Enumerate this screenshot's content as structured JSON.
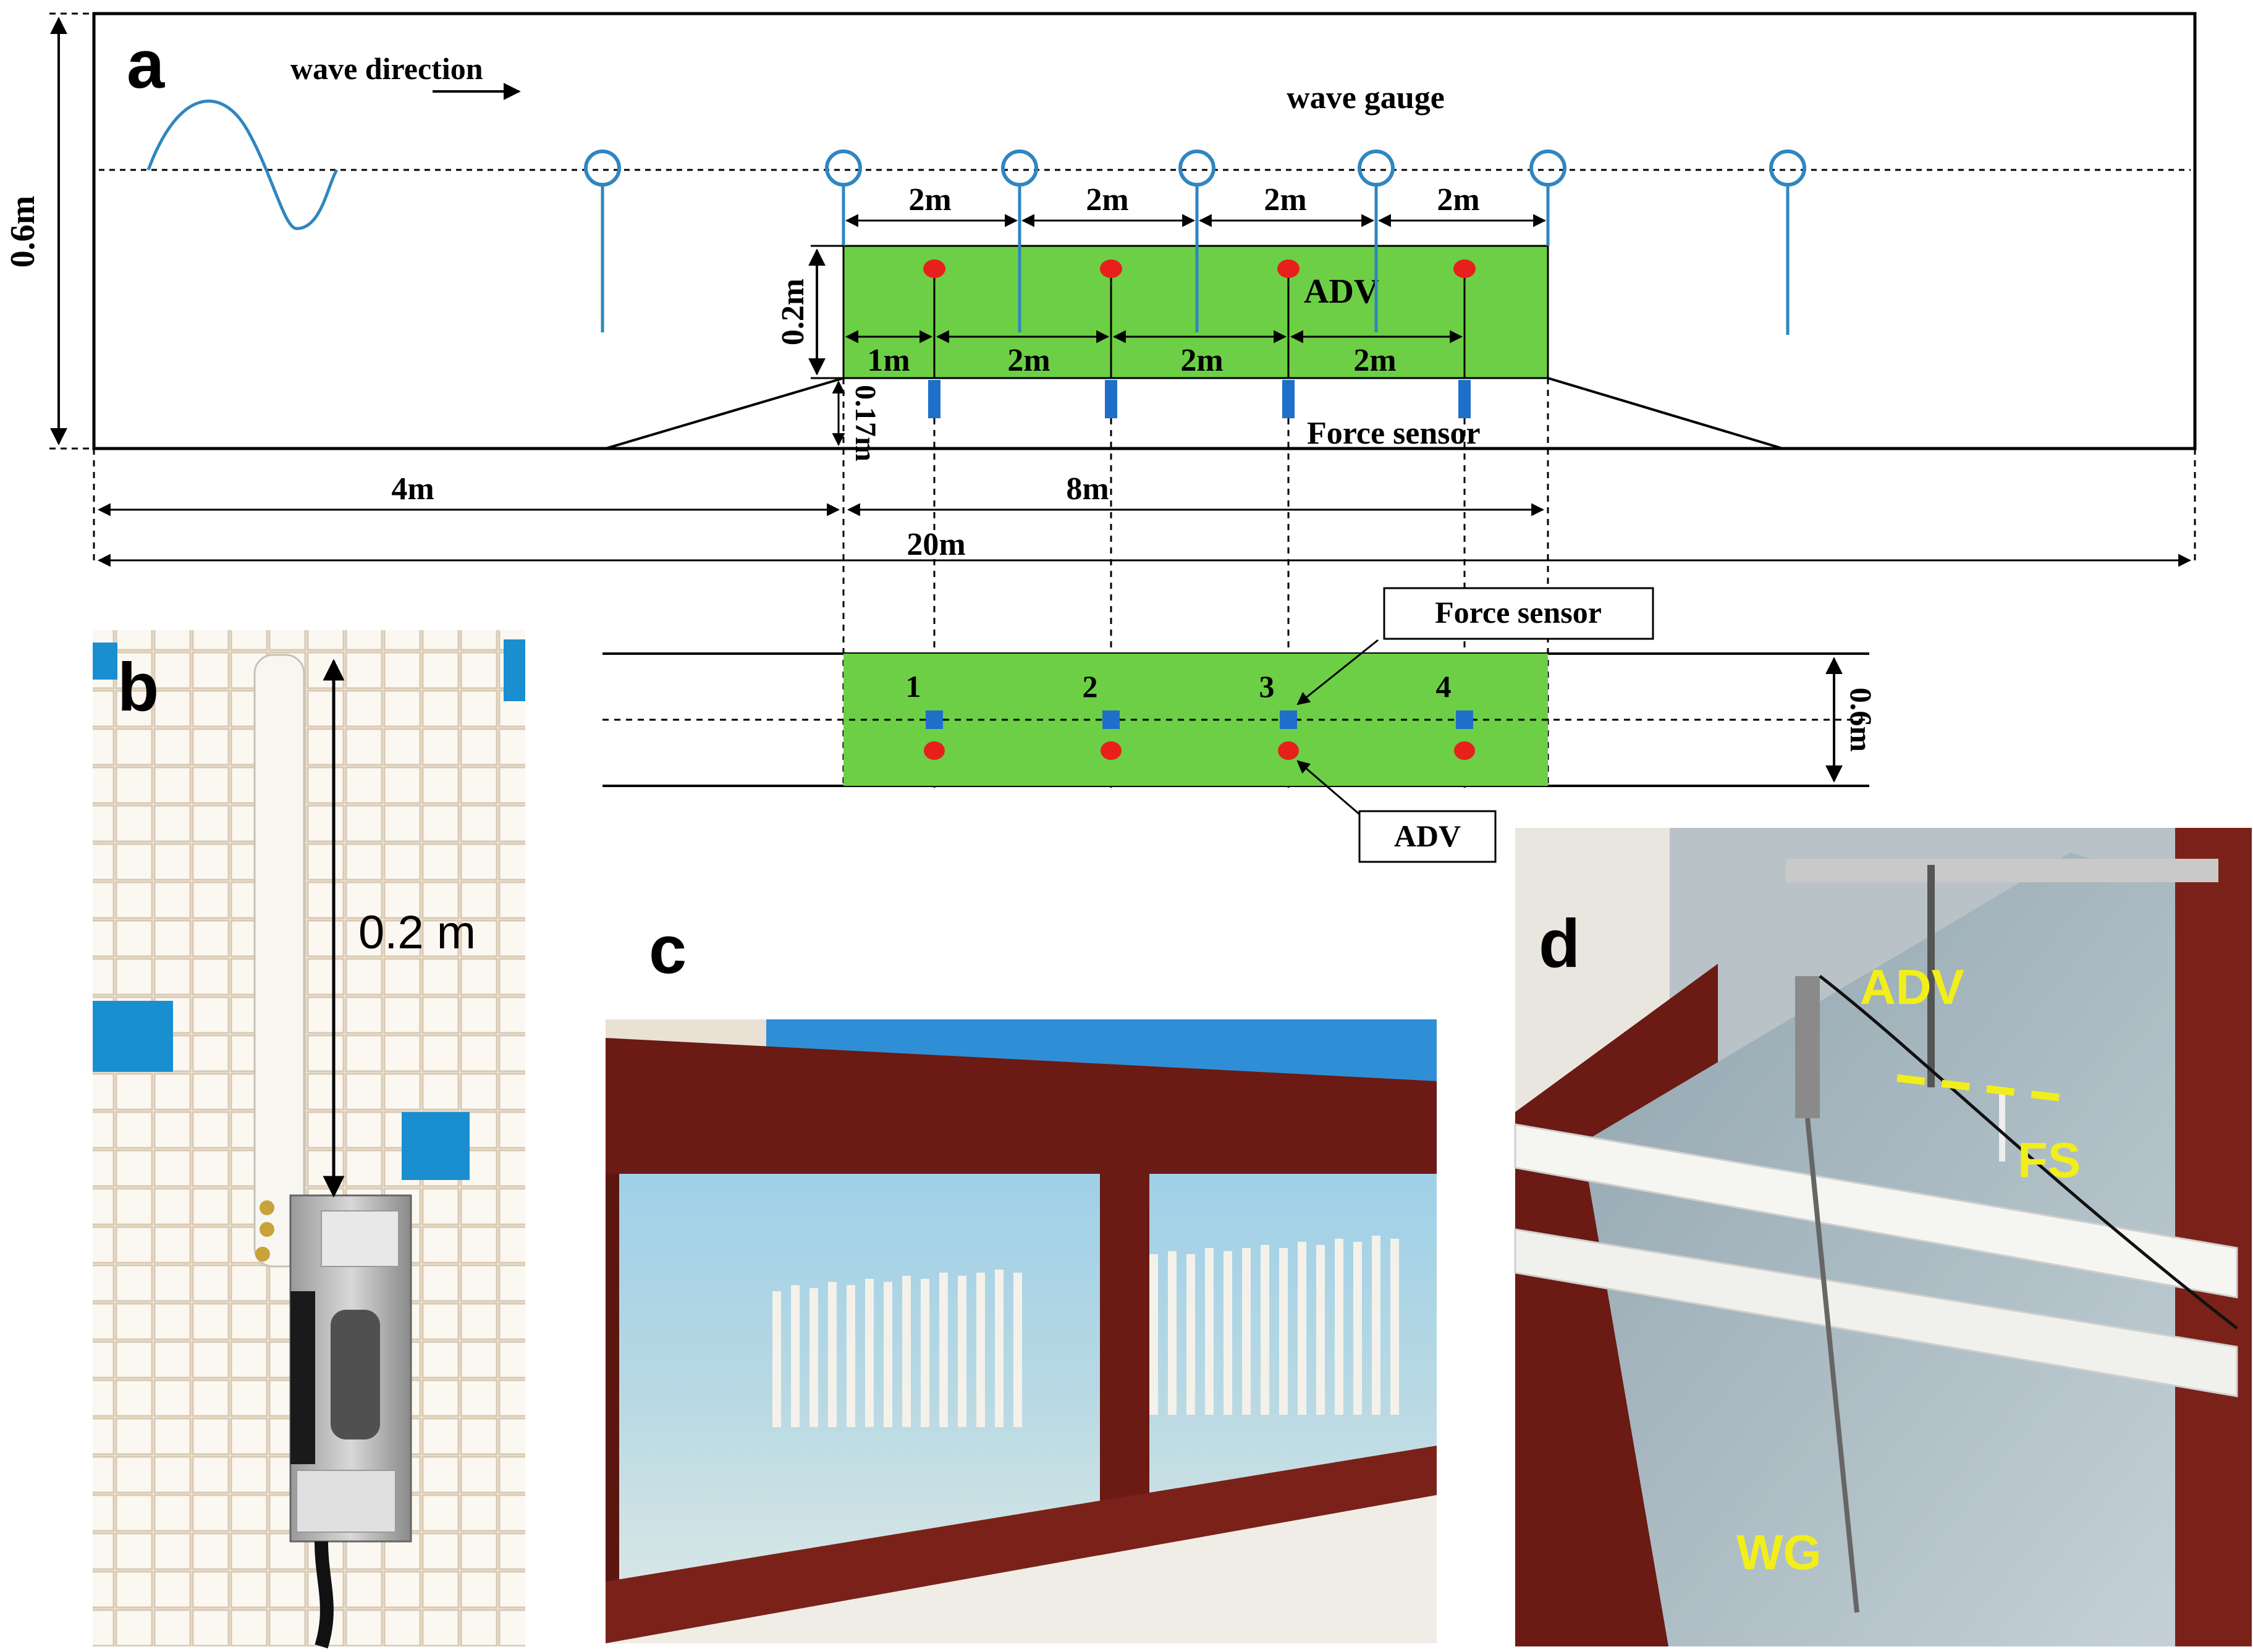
{
  "panels": {
    "a": {
      "letter": "a",
      "wave_direction": "wave direction",
      "wave_gauge": "wave gauge",
      "depth_label": "0.6m",
      "canopy_height": "0.2m",
      "base_height": "0.17m",
      "adv_label": "ADV",
      "force_sensor_label": "Force sensor",
      "gauge_spacing": [
        "2m",
        "2m",
        "2m",
        "2m"
      ],
      "adv_spacing": [
        "1m",
        "2m",
        "2m",
        "2m"
      ],
      "dist_upstream": "4m",
      "dist_canopy": "8m",
      "dist_total": "20m",
      "plan": {
        "sensor_numbers": [
          "1",
          "2",
          "3",
          "4"
        ],
        "width_label": "0.6m",
        "callout_force": "Force sensor",
        "callout_adv": "ADV"
      },
      "colors": {
        "canopy": "#6dcf45",
        "gauge": "#2f86c0",
        "adv_dot": "#e8201c",
        "force_sensor": "#1e6fc9"
      }
    },
    "b": {
      "letter": "b",
      "length_label": "0.2 m"
    },
    "c": {
      "letter": "c"
    },
    "d": {
      "letter": "d",
      "adv": "ADV",
      "fs": "FS",
      "wg": "WG"
    }
  }
}
